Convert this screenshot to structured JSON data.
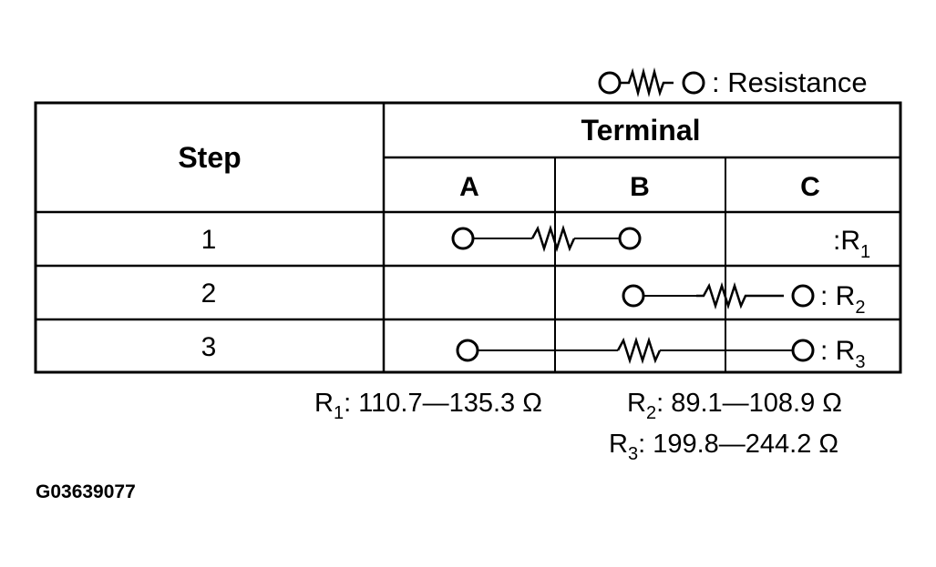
{
  "legend": {
    "label": ": Resistance",
    "symbol": "resistor-symbol"
  },
  "table": {
    "step_header": "Step",
    "terminal_header": "Terminal",
    "columns": [
      "A",
      "B",
      "C"
    ],
    "rows": [
      {
        "step": "1",
        "from": "A",
        "to": "B",
        "label": ":R",
        "subscript": "1"
      },
      {
        "step": "2",
        "from": "B",
        "to": "C",
        "label": ": R",
        "subscript": "2"
      },
      {
        "step": "3",
        "from": "A",
        "to": "C",
        "label": ": R",
        "subscript": "3"
      }
    ]
  },
  "specs": [
    {
      "name": "R",
      "subscript": "1",
      "value": ": 110.7—135.3 Ω"
    },
    {
      "name": "R",
      "subscript": "2",
      "value": ": 89.1—108.9 Ω"
    },
    {
      "name": "R",
      "subscript": "3",
      "value": ": 199.8—244.2 Ω"
    }
  ],
  "figure_code": "G03639077"
}
